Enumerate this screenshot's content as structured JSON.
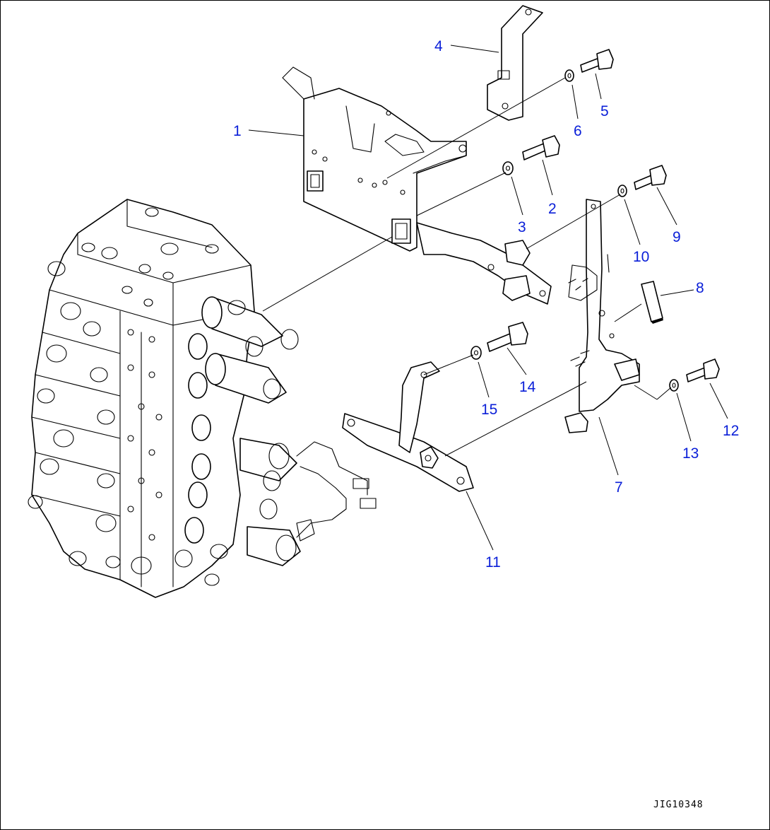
{
  "drawing_code": "JIG10348",
  "callouts": [
    {
      "id": "1",
      "label": "1"
    },
    {
      "id": "2",
      "label": "2"
    },
    {
      "id": "3",
      "label": "3"
    },
    {
      "id": "4",
      "label": "4"
    },
    {
      "id": "5",
      "label": "5"
    },
    {
      "id": "6",
      "label": "6"
    },
    {
      "id": "7",
      "label": "7"
    },
    {
      "id": "8",
      "label": "8"
    },
    {
      "id": "9",
      "label": "9"
    },
    {
      "id": "10",
      "label": "10"
    },
    {
      "id": "11",
      "label": "11"
    },
    {
      "id": "12",
      "label": "12"
    },
    {
      "id": "13",
      "label": "13"
    },
    {
      "id": "14",
      "label": "14"
    },
    {
      "id": "15",
      "label": "15"
    }
  ],
  "colors": {
    "callout": "#0a1fd8",
    "line": "#000000",
    "background": "#ffffff"
  }
}
